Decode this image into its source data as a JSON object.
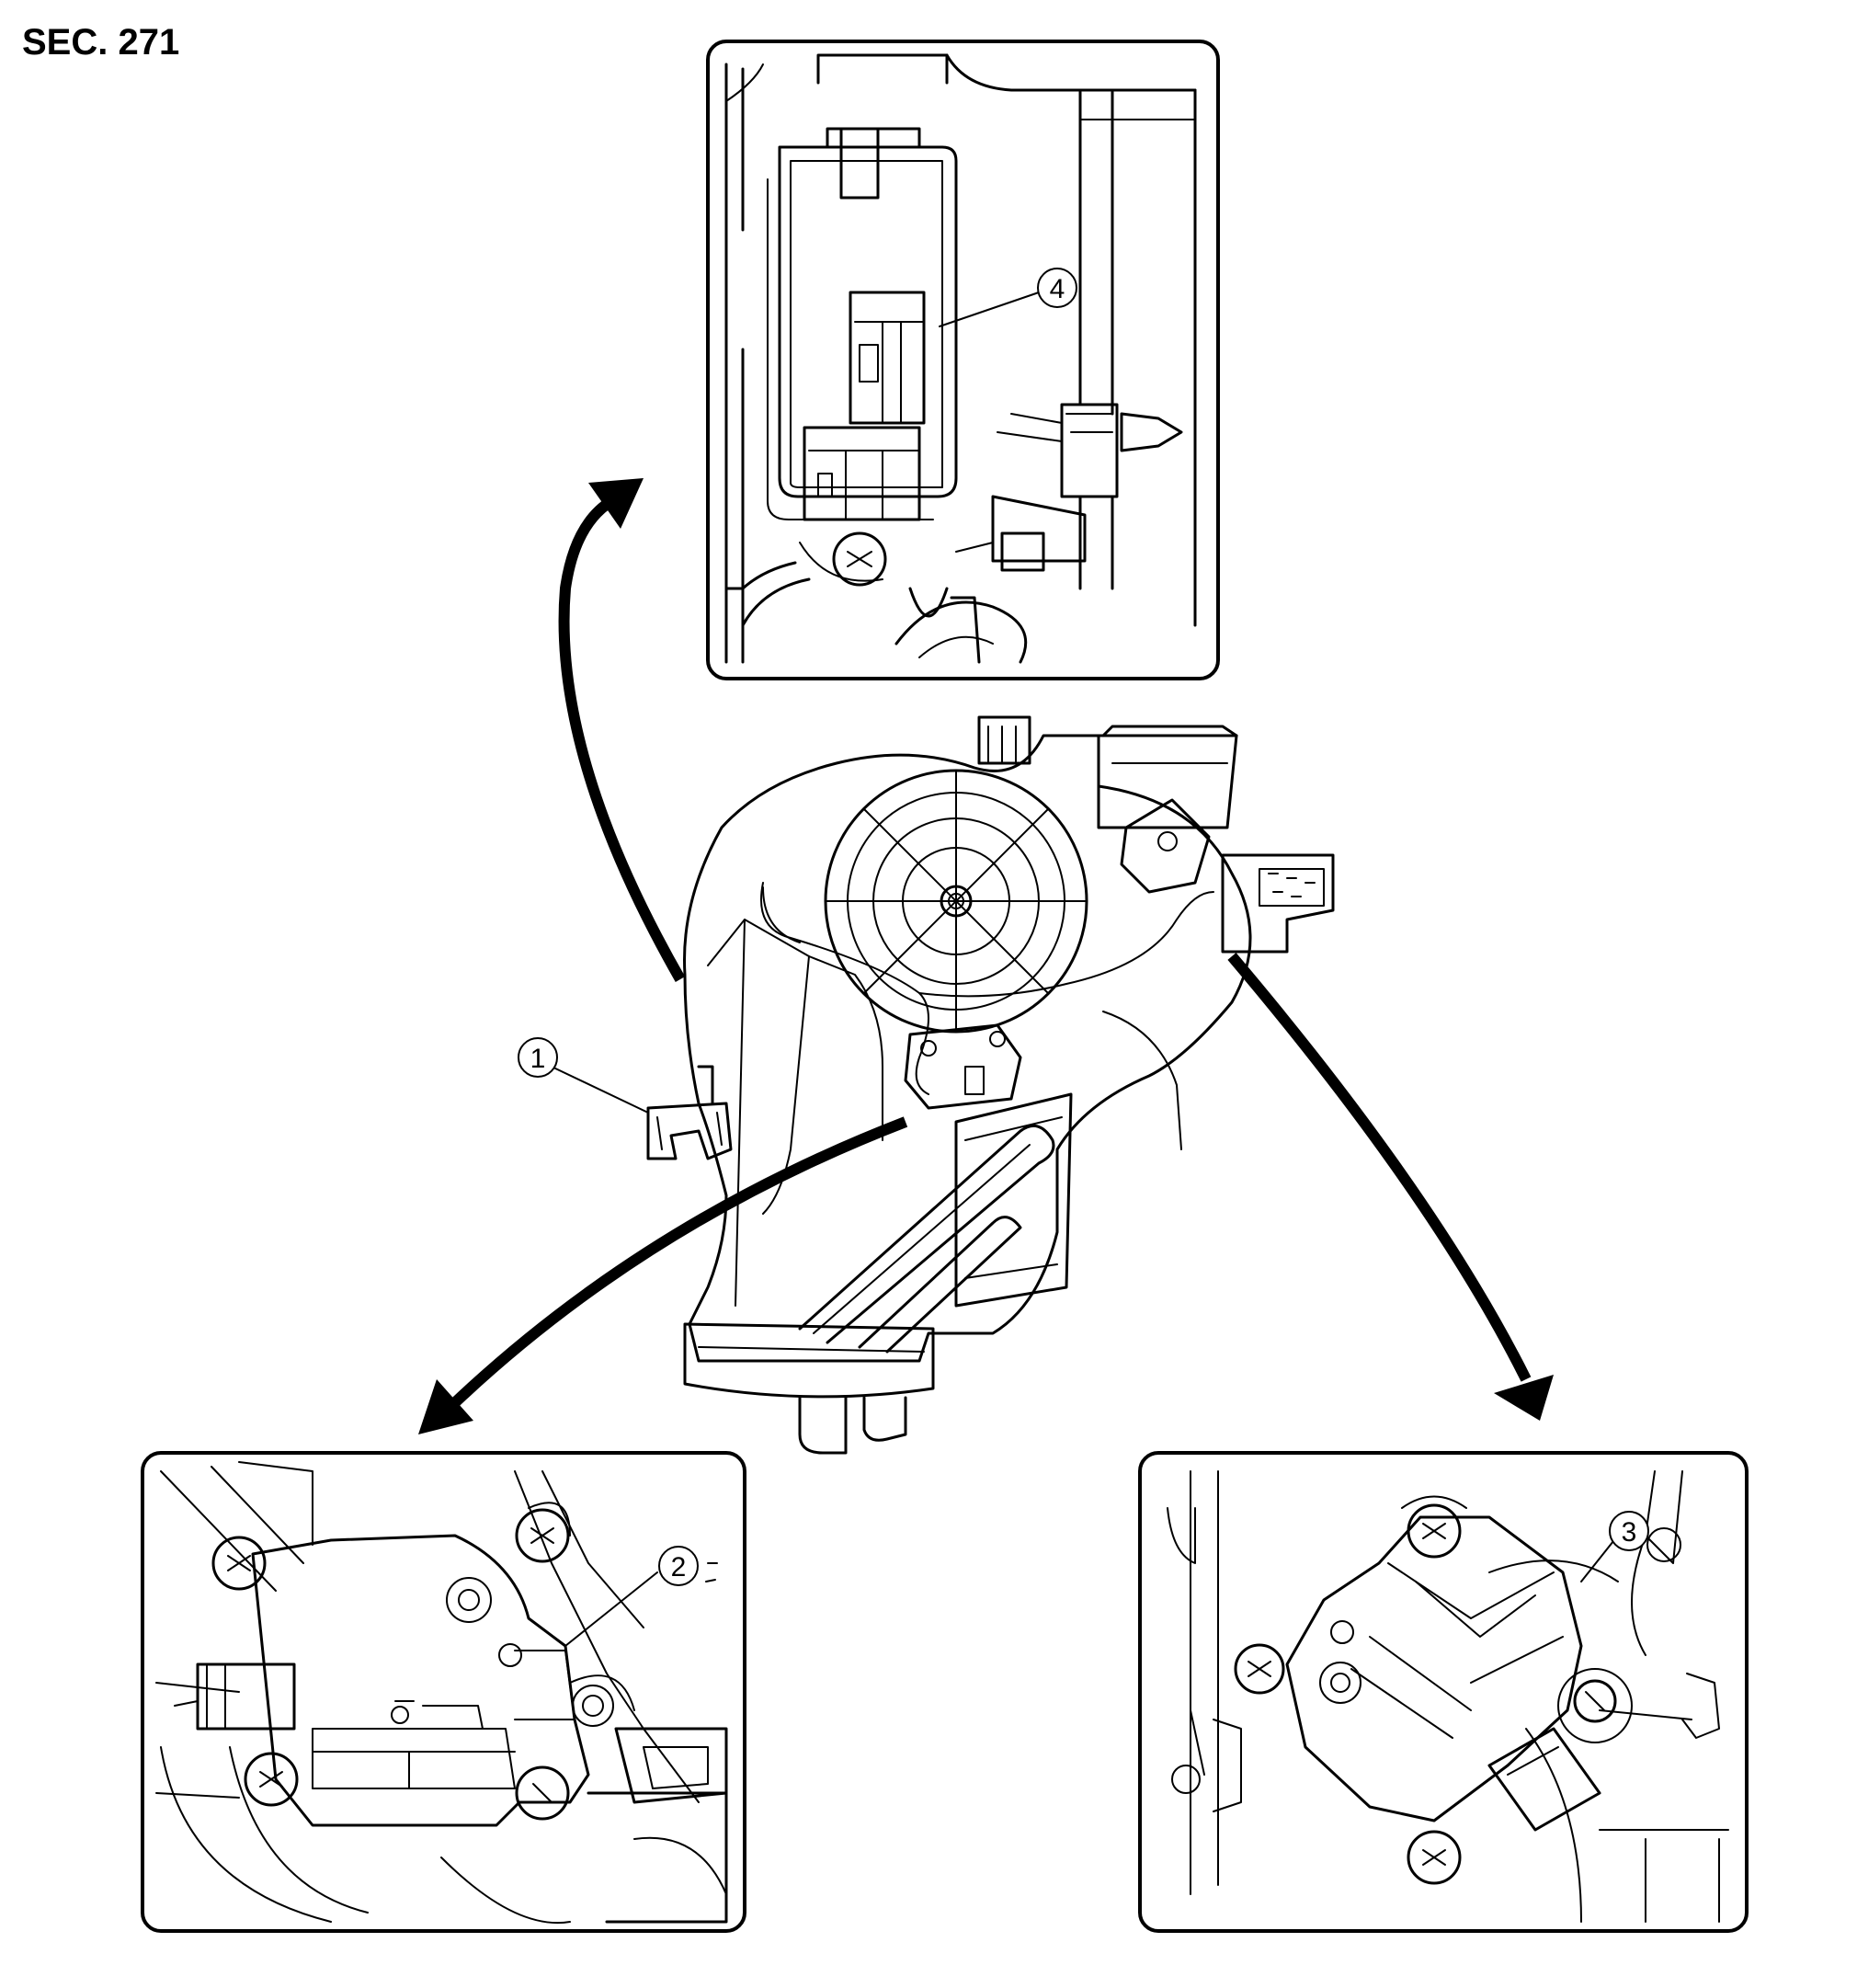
{
  "title": "SEC. 271",
  "callouts": [
    {
      "label": "1"
    },
    {
      "label": "2"
    },
    {
      "label": "3"
    },
    {
      "label": "4"
    }
  ],
  "colors": {
    "line": "#000000",
    "background": "#ffffff"
  }
}
